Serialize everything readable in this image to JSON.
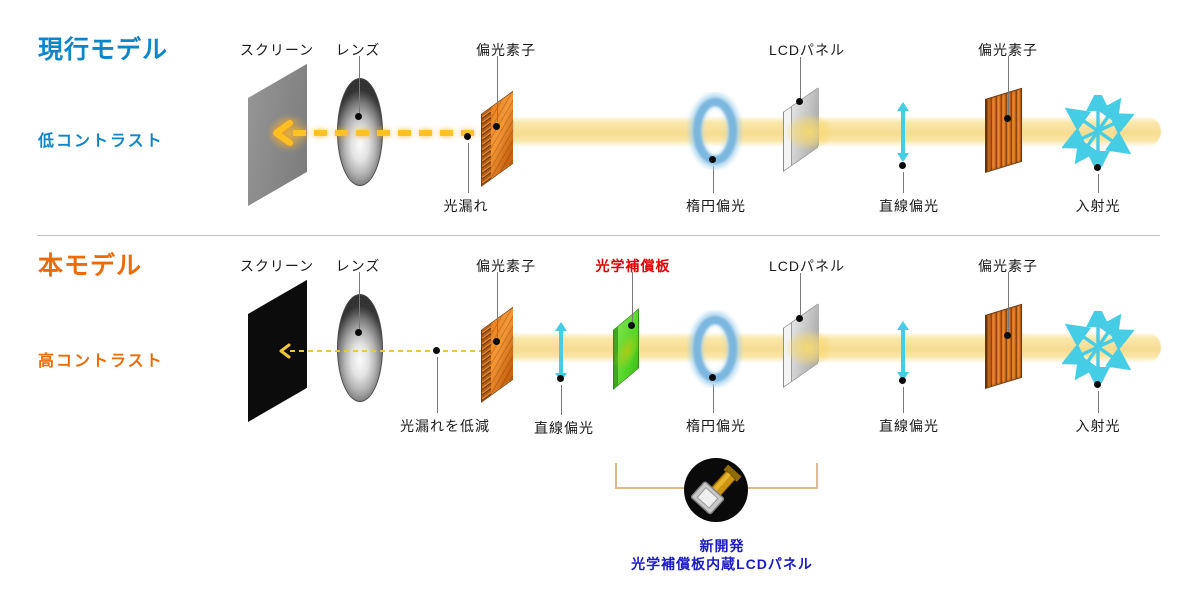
{
  "page": {
    "background": "#FFFFFF"
  },
  "rows": [
    {
      "id": "current-model",
      "title": "現行モデル",
      "subtitle": "低コントラスト",
      "accent_color": "#0E86CB",
      "labels": {
        "screen": "スクリーン",
        "lens": "レンズ",
        "output_polarizer": "偏光素子",
        "light_leakage": "光漏れ",
        "elliptical_polarization": "楕円偏光",
        "lcd_panel": "LCDパネル",
        "linear_polarization": "直線偏光",
        "input_polarizer": "偏光素子",
        "incident_light": "入射光"
      }
    },
    {
      "id": "new-model",
      "title": "本モデル",
      "subtitle": "高コントラスト",
      "accent_color": "#ED6B07",
      "compensator_label_color": "#E60000",
      "labels": {
        "screen": "スクリーン",
        "lens": "レンズ",
        "output_polarizer": "偏光素子",
        "light_leakage": "光漏れを低減",
        "linear_polarization_left": "直線偏光",
        "compensator": "光学補償板",
        "elliptical_polarization": "楕円偏光",
        "lcd_panel": "LCDパネル",
        "linear_polarization": "直線偏光",
        "input_polarizer": "偏光素子",
        "incident_light": "入射光"
      }
    }
  ],
  "callout": {
    "line1": "新開発",
    "line2": "光学補償板内蔵LCDパネル",
    "text_color": "#1C1CC8"
  },
  "colors": {
    "beam": "#F7DE98",
    "dash_gold": "#FFC125",
    "polarization_arrow_cyan": "#45CDE6",
    "elliptical_ring_blue": "#74B3DD",
    "polarizer_orange": "#E8821E",
    "compensator_green": "#55D42A",
    "divider_gray": "#C3C3C3",
    "bracket_tan": "#DEBA8E"
  }
}
